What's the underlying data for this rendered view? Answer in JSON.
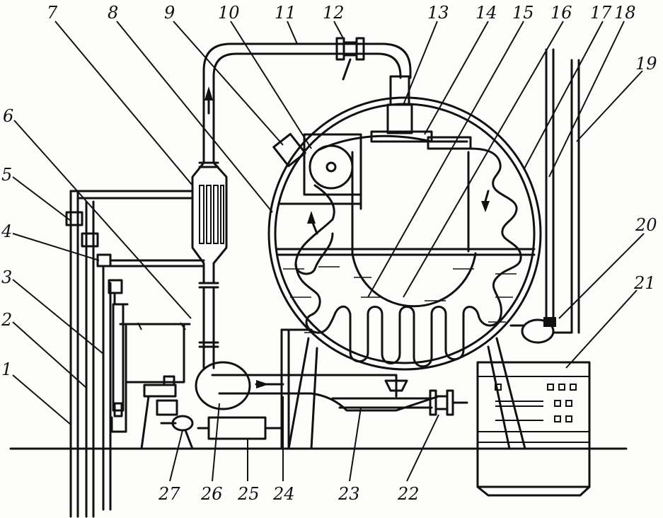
{
  "labels": [
    {
      "id": "1",
      "text": "1"
    },
    {
      "id": "2",
      "text": "2"
    },
    {
      "id": "3",
      "text": "3"
    },
    {
      "id": "4",
      "text": "4"
    },
    {
      "id": "5",
      "text": "5"
    },
    {
      "id": "6",
      "text": "6"
    },
    {
      "id": "7",
      "text": "7"
    },
    {
      "id": "8",
      "text": "8"
    },
    {
      "id": "9",
      "text": "9"
    },
    {
      "id": "10",
      "text": "10"
    },
    {
      "id": "11",
      "text": "11"
    },
    {
      "id": "12",
      "text": "12"
    },
    {
      "id": "13",
      "text": "13"
    },
    {
      "id": "14",
      "text": "14"
    },
    {
      "id": "15",
      "text": "15"
    },
    {
      "id": "16",
      "text": "16"
    },
    {
      "id": "17",
      "text": "17"
    },
    {
      "id": "18",
      "text": "18"
    },
    {
      "id": "19",
      "text": "19"
    },
    {
      "id": "20",
      "text": "20"
    },
    {
      "id": "21",
      "text": "21"
    },
    {
      "id": "22",
      "text": "22"
    },
    {
      "id": "23",
      "text": "23"
    },
    {
      "id": "24",
      "text": "24"
    },
    {
      "id": "25",
      "text": "25"
    },
    {
      "id": "26",
      "text": "26"
    },
    {
      "id": "27",
      "text": "27"
    }
  ]
}
